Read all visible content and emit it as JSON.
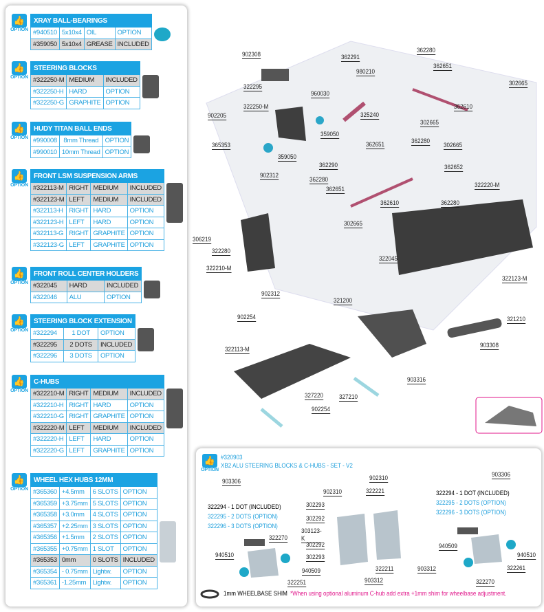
{
  "option_label": "OPTION",
  "sections": [
    {
      "title": "XRAY BALL-BEARINGS",
      "rows": [
        {
          "cells": [
            "#940510",
            "5x10x4",
            "OIL",
            "OPTION"
          ],
          "included": false
        },
        {
          "cells": [
            "#359050",
            "5x10x4",
            "GREASE",
            "INCLUDED"
          ],
          "included": true
        }
      ]
    },
    {
      "title": "STEERING  BLOCKS",
      "rows": [
        {
          "cells": [
            "#322250-M",
            "MEDIUM",
            "INCLUDED"
          ],
          "included": true
        },
        {
          "cells": [
            "#322250-H",
            "HARD",
            "OPTION"
          ],
          "included": false
        },
        {
          "cells": [
            "#322250-G",
            "GRAPHITE",
            "OPTION"
          ],
          "included": false
        }
      ]
    },
    {
      "title": "HUDY TITAN BALL ENDS",
      "rows": [
        {
          "cells": [
            "#990008",
            "8mm Thread",
            "OPTION"
          ],
          "included": false
        },
        {
          "cells": [
            "#990010",
            "10mm Thread",
            "OPTION"
          ],
          "included": false
        }
      ]
    },
    {
      "title": "FRONT LSM SUSPENSION ARMS",
      "rows": [
        {
          "cells": [
            "#322113-M",
            "RIGHT",
            "MEDIUM",
            "INCLUDED"
          ],
          "included": true
        },
        {
          "cells": [
            "#322123-M",
            "LEFT",
            "MEDIUM",
            "INCLUDED"
          ],
          "included": true
        },
        {
          "cells": [
            "#322113-H",
            "RIGHT",
            "HARD",
            "OPTION"
          ],
          "included": false
        },
        {
          "cells": [
            "#322123-H",
            "LEFT",
            "HARD",
            "OPTION"
          ],
          "included": false
        },
        {
          "cells": [
            "#322113-G",
            "RIGHT",
            "GRAPHITE",
            "OPTION"
          ],
          "included": false
        },
        {
          "cells": [
            "#322123-G",
            "LEFT",
            "GRAPHITE",
            "OPTION"
          ],
          "included": false
        }
      ]
    },
    {
      "title": "FRONT ROLL CENTER HOLDERS",
      "rows": [
        {
          "cells": [
            "#322045",
            "HARD",
            "INCLUDED"
          ],
          "included": true
        },
        {
          "cells": [
            "#322046",
            "ALU",
            "OPTION"
          ],
          "included": false
        }
      ]
    },
    {
      "title": "STEERING  BLOCK EXTENSION",
      "rows": [
        {
          "cells": [
            "#322294",
            "1 DOT",
            "OPTION"
          ],
          "included": false
        },
        {
          "cells": [
            "#322295",
            "2 DOTS",
            "INCLUDED"
          ],
          "included": true
        },
        {
          "cells": [
            "#322296",
            "3 DOTS",
            "OPTION"
          ],
          "included": false
        }
      ]
    },
    {
      "title": "C-HUBS",
      "rows": [
        {
          "cells": [
            "#322210-M",
            "RIGHT",
            "MEDIUM",
            "INCLUDED"
          ],
          "included": true
        },
        {
          "cells": [
            "#322210-H",
            "RIGHT",
            "HARD",
            "OPTION"
          ],
          "included": false
        },
        {
          "cells": [
            "#322210-G",
            "RIGHT",
            "GRAPHITE",
            "OPTION"
          ],
          "included": false
        },
        {
          "cells": [
            "#322220-M",
            "LEFT",
            "MEDIUM",
            "INCLUDED"
          ],
          "included": true
        },
        {
          "cells": [
            "#322220-H",
            "LEFT",
            "HARD",
            "OPTION"
          ],
          "included": false
        },
        {
          "cells": [
            "#322220-G",
            "LEFT",
            "GRAPHITE",
            "OPTION"
          ],
          "included": false
        }
      ]
    },
    {
      "title": "WHEEL HEX HUBS 12MM",
      "rows": [
        {
          "cells": [
            "#365360",
            "+4.5mm",
            "6 SLOTS",
            "OPTION"
          ],
          "included": false
        },
        {
          "cells": [
            "#365359",
            "+3.75mm",
            "5 SLOTS",
            "OPTION"
          ],
          "included": false
        },
        {
          "cells": [
            "#365358",
            "+3.0mm",
            "4 SLOTS",
            "OPTION"
          ],
          "included": false
        },
        {
          "cells": [
            "#365357",
            "+2.25mm",
            "3 SLOTS",
            "OPTION"
          ],
          "included": false
        },
        {
          "cells": [
            "#365356",
            "+1.5mm",
            "2 SLOTS",
            "OPTION"
          ],
          "included": false
        },
        {
          "cells": [
            "#365355",
            "+0.75mm",
            "1 SLOT",
            "OPTION"
          ],
          "included": false
        },
        {
          "cells": [
            "#365353",
            "0mm",
            "0 SLOTS",
            "INCLUDED"
          ],
          "included": true
        },
        {
          "cells": [
            "#365354",
            "- 0.75mm",
            "Lightw.",
            "OPTION"
          ],
          "included": false
        },
        {
          "cells": [
            "#365361",
            "-1.25mm",
            "Lightw.",
            "OPTION"
          ],
          "included": false
        }
      ]
    }
  ],
  "diagram_labels": [
    "902308",
    "362291",
    "362280",
    "362651",
    "302665",
    "980210",
    "322295",
    "960030",
    "362610",
    "322250-M",
    "325240",
    "302665",
    "902205",
    "359050",
    "365353",
    "359050",
    "362651",
    "362280",
    "302665",
    "362290",
    "362652",
    "902312",
    "362280",
    "362651",
    "322220-M",
    "362610",
    "362280",
    "302665",
    "306219",
    "322280",
    "322210-M",
    "322045",
    "322123-M",
    "902312",
    "321200",
    "902254",
    "321210",
    "903308",
    "322113-M",
    "903316",
    "327220",
    "327210",
    "902254"
  ],
  "set_box": {
    "part_number": "#320903",
    "title": "XB2 ALU STEERING BLOCKS & C-HUBS - SET - V2",
    "labels": [
      "903306",
      "903306",
      "902310",
      "902310",
      "322221",
      "302293",
      "302292",
      "303123-K",
      "302292",
      "302293",
      "322211",
      "903312",
      "903312",
      "322270",
      "940510",
      "940509",
      "322251",
      "940509",
      "940510",
      "322261",
      "322270"
    ],
    "ext_left": [
      "322294 - 1 DOT (INCLUDED)",
      "322295 - 2 DOTS (OPTION)",
      "322296 - 3 DOTS (OPTION)"
    ],
    "ext_right": [
      "322294 - 1 DOT (INCLUDED)",
      "322295 - 2 DOTS (OPTION)",
      "322296 - 3 DOTS (OPTION)"
    ],
    "shim_label": "1mm WHEELBASE SHIM",
    "note": "*When using optional aluminum C-hub add extra +1mm shim for wheelbase adjustment."
  },
  "colors": {
    "accent": "#1ba3e2",
    "included_row": "#d9d9d9",
    "note": "#e0168a"
  }
}
